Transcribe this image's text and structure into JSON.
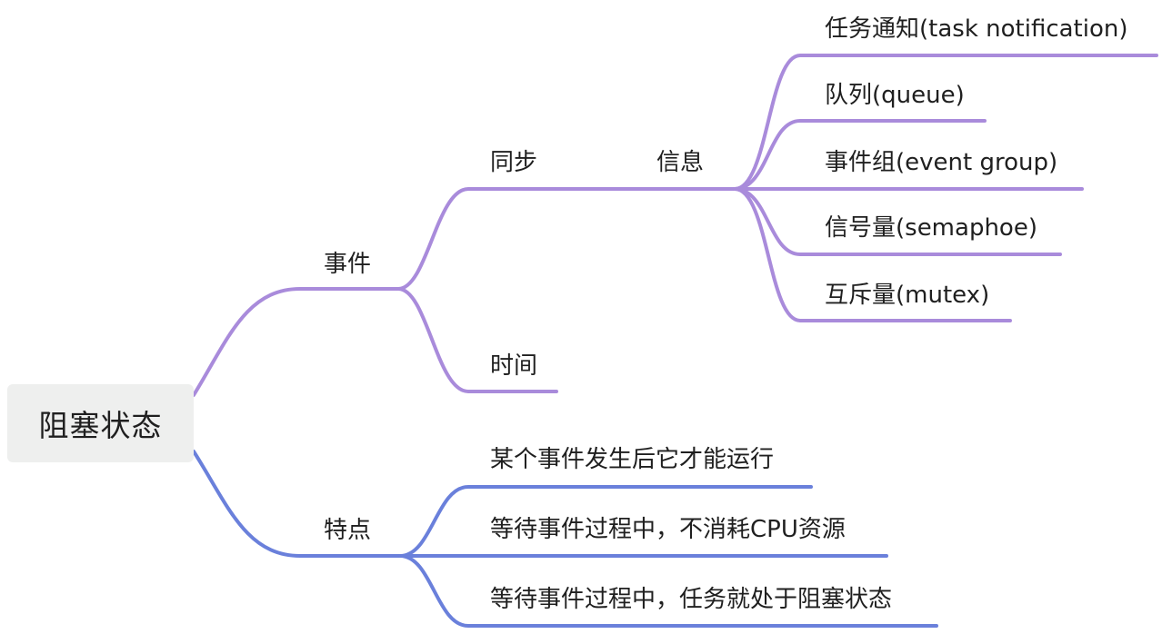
{
  "root": {
    "label": "阻塞状态"
  },
  "branches": {
    "event": {
      "label": "事件",
      "color": "#a98bdb",
      "sync": {
        "label": "同步",
        "info": {
          "label": "信息",
          "items": [
            "任务通知(task notification)",
            "队列(queue)",
            "事件组(event group)",
            "信号量(semaphoe)",
            "互斥量(mutex)"
          ]
        }
      },
      "time": {
        "label": "时间"
      }
    },
    "features": {
      "label": "特点",
      "color": "#6a80db",
      "items": [
        "某个事件发生后它才能运行",
        "等待事件过程中，不消耗CPU资源",
        "等待事件过程中，任务就处于阻塞状态"
      ]
    }
  }
}
